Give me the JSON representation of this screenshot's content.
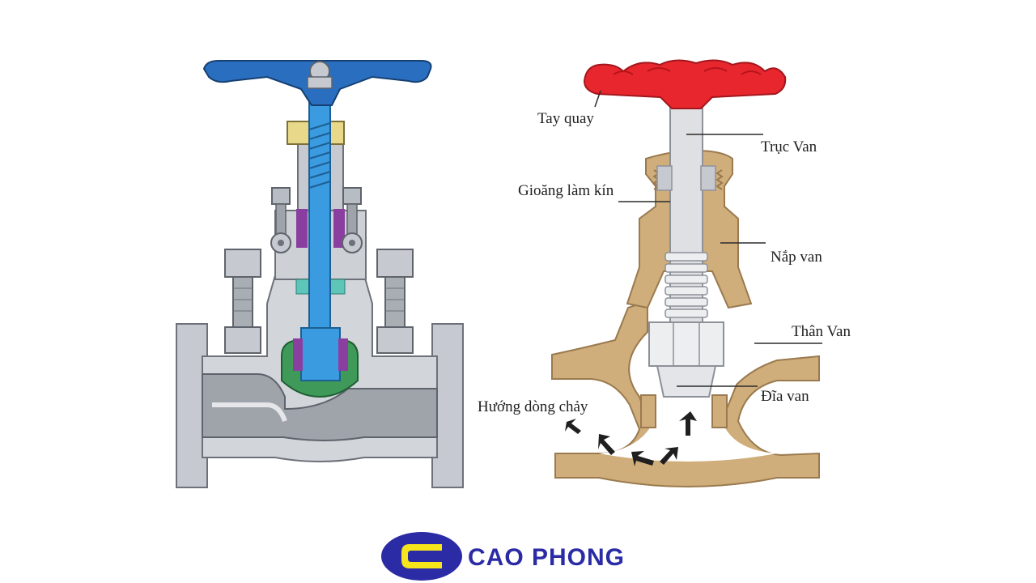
{
  "labels": {
    "handwheel": "Tay quay",
    "stem": "Trục Van",
    "gasket": "Gioăng làm kín",
    "bonnet": "Nắp van",
    "body": "Thân Van",
    "disc": "Đĩa van",
    "flow": "Hướng dòng chảy"
  },
  "brand": {
    "name": "CAO PHONG",
    "letter": "C"
  },
  "colors": {
    "steel": "#c6c9cf",
    "steel_dark": "#8d9199",
    "stem_blue": "#3a9be0",
    "handwheel_blue": "#2a6fbf",
    "gland_yellow": "#e8d98a",
    "packing_purple": "#8a3fa0",
    "disc_green": "#3f9a5a",
    "seat_teal": "#5ec6b8",
    "brass": "#cfae7c",
    "brass_dark": "#9a7a4e",
    "handwheel_red": "#e8262e",
    "logo_blue": "#2b2ba6",
    "logo_yellow": "#f6e51a"
  }
}
